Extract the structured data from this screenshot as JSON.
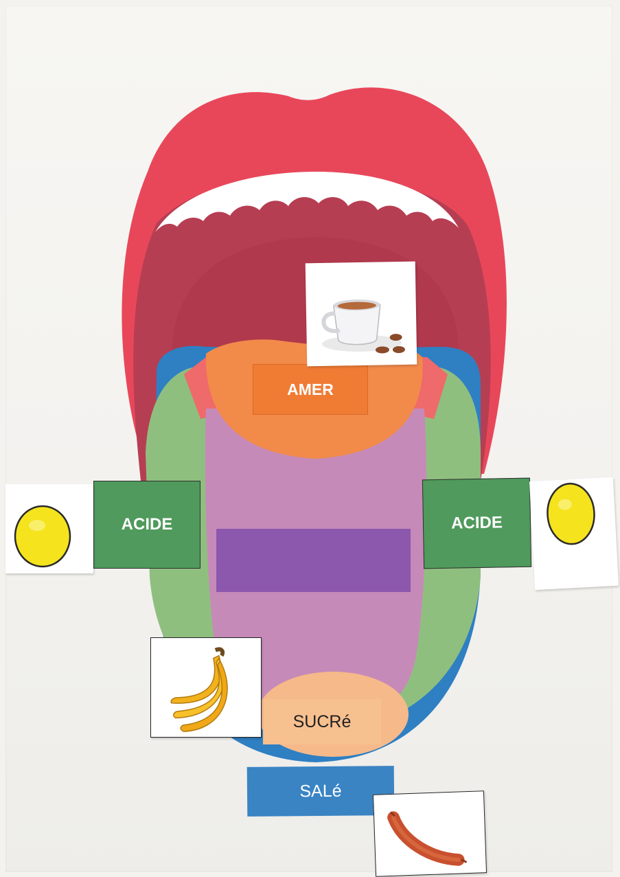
{
  "labels": {
    "bitter": "AMER",
    "sour_left": "ACIDE",
    "sour_right": "ACIDE",
    "sweet": "SUCRé",
    "salty": "SALé"
  },
  "colors": {
    "lips": "#e8475a",
    "mouth_inside": "#b33b4e",
    "teeth": "#ffffff",
    "bitter_zone": "#f28a4a",
    "sour_zone": "#8fbf7f",
    "center_zone": "#c68ab8",
    "sweet_zone": "#f5b98a",
    "salty_zone": "#2f7fc3",
    "bitter_label": "#f07c34",
    "sour_label": "#4f9a5c",
    "sweet_label": "#f7c08f",
    "salty_label": "#3a84c4",
    "blank_label": "#8c58ad"
  },
  "cards": {
    "coffee": "coffee-cup-icon",
    "lemon_left": "lemon-icon",
    "lemon_right": "lemon-icon",
    "banana": "banana-icon",
    "sausage": "sausage-icon"
  }
}
